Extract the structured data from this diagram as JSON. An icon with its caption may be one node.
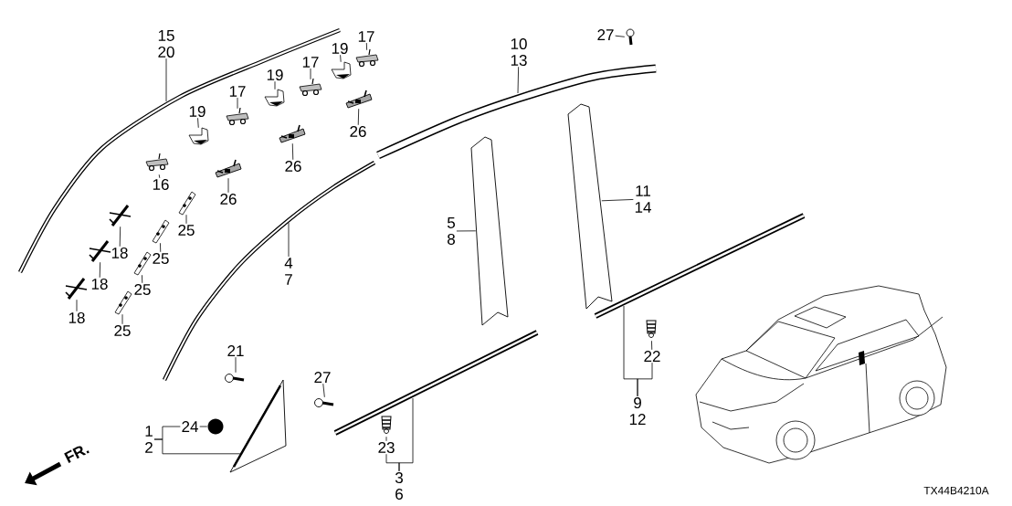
{
  "diagram": {
    "nodes": [
      {
        "text": [
          "15",
          "20"
        ]
      },
      {
        "text": [
          "19"
        ]
      },
      {
        "text": [
          "17"
        ]
      },
      {
        "text": [
          "19"
        ]
      },
      {
        "text": [
          "17"
        ]
      },
      {
        "text": [
          "19"
        ]
      },
      {
        "text": [
          "17"
        ]
      },
      {
        "text": [
          "16"
        ]
      },
      {
        "text": [
          "26"
        ]
      },
      {
        "text": [
          "26"
        ]
      },
      {
        "text": [
          "26"
        ]
      },
      {
        "text": [
          "25"
        ]
      },
      {
        "text": [
          "18"
        ]
      },
      {
        "text": [
          "25"
        ]
      },
      {
        "text": [
          "18"
        ]
      },
      {
        "text": [
          "25"
        ]
      },
      {
        "text": [
          "18"
        ]
      },
      {
        "text": [
          "25"
        ]
      },
      {
        "text": [
          "4",
          "7"
        ]
      },
      {
        "text": [
          "10",
          "13"
        ]
      },
      {
        "text": [
          "27"
        ]
      },
      {
        "text": [
          "5",
          "8"
        ]
      },
      {
        "text": [
          "11",
          "14"
        ]
      },
      {
        "text": [
          "21"
        ]
      },
      {
        "text": [
          "27"
        ]
      },
      {
        "text": [
          "1",
          "2"
        ]
      },
      {
        "text": [
          "24"
        ]
      },
      {
        "text": [
          "3",
          "6"
        ]
      },
      {
        "text": [
          "23"
        ]
      },
      {
        "text": [
          "9",
          "12"
        ]
      },
      {
        "text": [
          "22"
        ]
      },
      {
        "text": [],
        "shape": "picture"
      },
      {
        "text": [],
        "shape": "picture"
      },
      {
        "text": [],
        "shape": "picture"
      },
      {
        "text": [],
        "shape": "picture"
      },
      {
        "text": [],
        "shape": "picture"
      },
      {
        "text": [],
        "shape": "picture"
      },
      {
        "text": [],
        "shape": "picture"
      },
      {
        "text": [],
        "shape": "picture"
      },
      {
        "text": [],
        "shape": "picture"
      },
      {
        "text": [],
        "shape": "picture"
      },
      {
        "text": [],
        "shape": "picture"
      },
      {
        "text": [],
        "shape": "picture"
      },
      {
        "text": [],
        "shape": "picture"
      },
      {
        "text": [],
        "shape": "picture"
      },
      {
        "text": [],
        "shape": "picture"
      },
      {
        "text": [],
        "shape": "picture"
      },
      {
        "text": [],
        "shape": "picture"
      },
      {
        "text": [],
        "shape": "picture"
      },
      {
        "text": [],
        "shape": "picture"
      },
      {
        "text": [],
        "shape": "picture"
      },
      {
        "text": [],
        "shape": "circle"
      },
      {
        "text": [],
        "shape": "picture"
      },
      {
        "text": [],
        "shape": "picture"
      },
      {
        "text": [],
        "shape": "picture"
      },
      {
        "text": [],
        "shape": "picture"
      },
      {
        "text": [],
        "shape": "picture"
      }
    ],
    "edges": [
      {
        "from": 0,
        "to": null,
        "arrow": "none"
      },
      {
        "from": 1,
        "to": 31,
        "arrow": "none"
      },
      {
        "from": 2,
        "to": 32,
        "arrow": "none"
      },
      {
        "from": 3,
        "to": 33,
        "arrow": "none"
      },
      {
        "from": 4,
        "to": 34,
        "arrow": "none"
      },
      {
        "from": 5,
        "to": 35,
        "arrow": "none"
      },
      {
        "from": 6,
        "to": 36,
        "arrow": "none"
      },
      {
        "from": 7,
        "to": 37,
        "arrow": "none"
      },
      {
        "from": 8,
        "to": 38,
        "arrow": "none"
      },
      {
        "from": 9,
        "to": 39,
        "arrow": "none"
      },
      {
        "from": 10,
        "to": 40,
        "arrow": "none"
      },
      {
        "from": 11,
        "to": 41,
        "arrow": "none"
      },
      {
        "from": 12,
        "to": 42,
        "arrow": "none"
      },
      {
        "from": 13,
        "to": 43,
        "arrow": "none"
      },
      {
        "from": 14,
        "to": 44,
        "arrow": "none"
      },
      {
        "from": 15,
        "to": 45,
        "arrow": "none"
      },
      {
        "from": 16,
        "to": 46,
        "arrow": "none"
      },
      {
        "from": 17,
        "to": 47,
        "arrow": "none"
      },
      {
        "from": 18,
        "to": null,
        "arrow": "none"
      },
      {
        "from": 19,
        "to": null,
        "arrow": "none"
      },
      {
        "from": 20,
        "to": 48,
        "arrow": "none"
      },
      {
        "from": 21,
        "to": 55,
        "arrow": "none"
      },
      {
        "from": 22,
        "to": 56,
        "arrow": "none"
      },
      {
        "from": 23,
        "to": 49,
        "arrow": "none"
      },
      {
        "from": 24,
        "to": 50,
        "arrow": "none"
      },
      {
        "from": 25,
        "to": 26,
        "arrow": "none"
      },
      {
        "from": 25,
        "to": 54,
        "arrow": "none"
      },
      {
        "from": 26,
        "to": 51,
        "arrow": "none"
      },
      {
        "from": 27,
        "to": 28,
        "arrow": "none"
      },
      {
        "from": 27,
        "to": null,
        "arrow": "none"
      },
      {
        "from": 28,
        "to": 52,
        "arrow": "none"
      },
      {
        "from": 29,
        "to": 30,
        "arrow": "none"
      },
      {
        "from": 29,
        "to": null,
        "arrow": "none"
      },
      {
        "from": 30,
        "to": 53,
        "arrow": "none"
      }
    ],
    "labels": [
      "FR.",
      "TX44B4210A"
    ]
  }
}
